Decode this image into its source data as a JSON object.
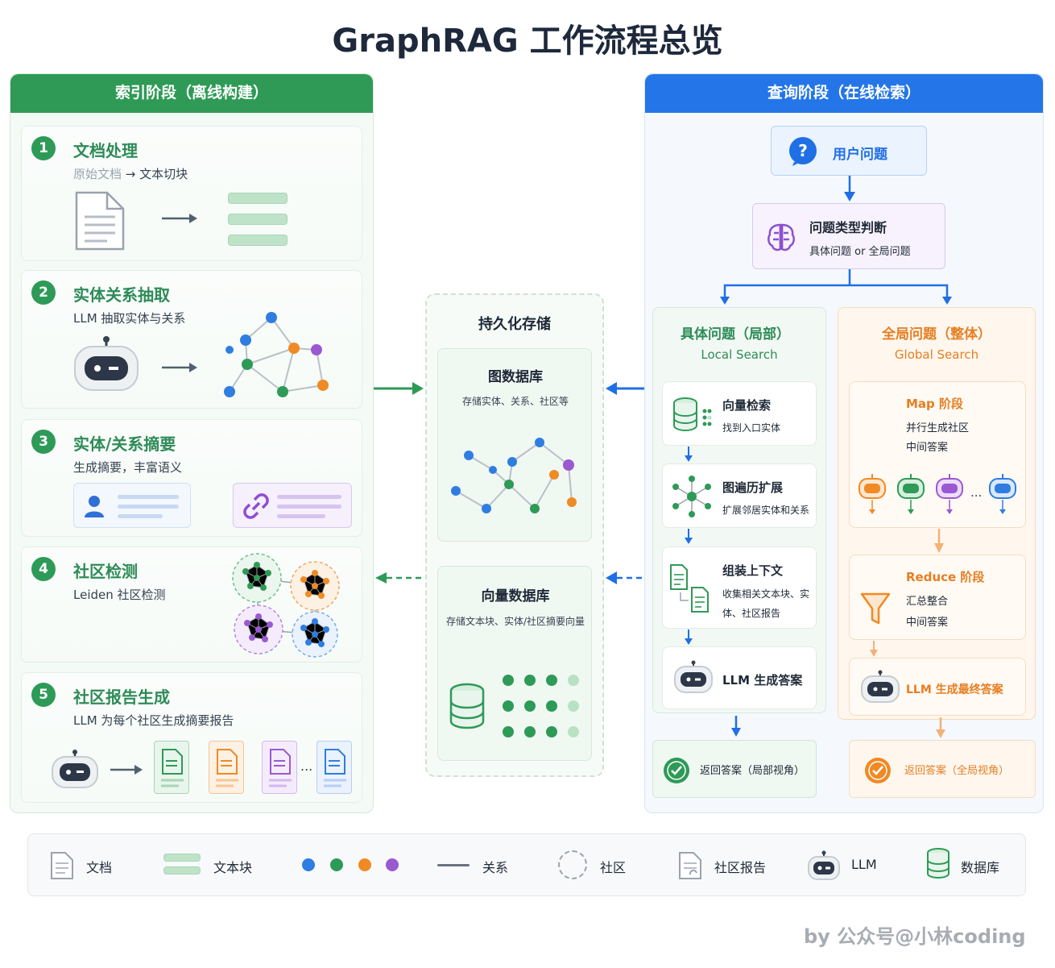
{
  "title": "GraphRAG 工作流程总览",
  "indexing": {
    "header": "索引阶段（离线构建）",
    "steps": [
      {
        "num": "1",
        "title": "文档处理",
        "sub_a": "原始文档",
        "sub_arrow": "→",
        "sub_b": "文本切块"
      },
      {
        "num": "2",
        "title": "实体关系抽取",
        "sub": "LLM 抽取实体与关系"
      },
      {
        "num": "3",
        "title": "实体/关系摘要",
        "sub": "生成摘要，丰富语义"
      },
      {
        "num": "4",
        "title": "社区检测",
        "sub": "Leiden 社区检测"
      },
      {
        "num": "5",
        "title": "社区报告生成",
        "sub": "LLM 为每个社区生成摘要报告"
      }
    ],
    "ellipsis": "..."
  },
  "storage": {
    "title": "持久化存储",
    "graph_db": {
      "title": "图数据库",
      "desc": "存储实体、关系、社区等"
    },
    "vector_db": {
      "title": "向量数据库",
      "desc": "存储文本块、实体/社区摘要向量"
    }
  },
  "query": {
    "header": "查询阶段（在线检索）",
    "user_question": "用户问题",
    "judge": {
      "title": "问题类型判断",
      "sub": "具体问题 or 全局问题"
    },
    "local": {
      "title": "具体问题（局部）",
      "subtitle": "Local Search",
      "steps": [
        {
          "title": "向量检索",
          "sub": "找到入口实体"
        },
        {
          "title": "图遍历扩展",
          "sub": "扩展邻居实体和关系"
        },
        {
          "title": "组装上下文",
          "sub": "收集相关文本块、实体、社区报告"
        },
        {
          "title": "LLM 生成答案"
        }
      ],
      "answer": "返回答案（局部视角）"
    },
    "global": {
      "title": "全局问题（整体）",
      "subtitle": "Global Search",
      "map": {
        "title": "Map 阶段",
        "sub1": "并行生成社区",
        "sub2": "中间答案"
      },
      "reduce": {
        "title": "Reduce 阶段",
        "sub1": "汇总整合",
        "sub2": "中间答案"
      },
      "final": "LLM 生成最终答案",
      "ellipsis": "...",
      "answer": "返回答案（全局视角）"
    }
  },
  "legend": [
    "文档",
    "文本块",
    "关系",
    "社区",
    "社区报告",
    "LLM",
    "数据库"
  ],
  "watermark": "by 公众号@小林coding",
  "colors": {
    "green": "#2e9a57",
    "blue": "#1f6fe5",
    "orange": "#f08a24",
    "purple": "#9b59d0",
    "node_blue": "#2f7de1"
  }
}
